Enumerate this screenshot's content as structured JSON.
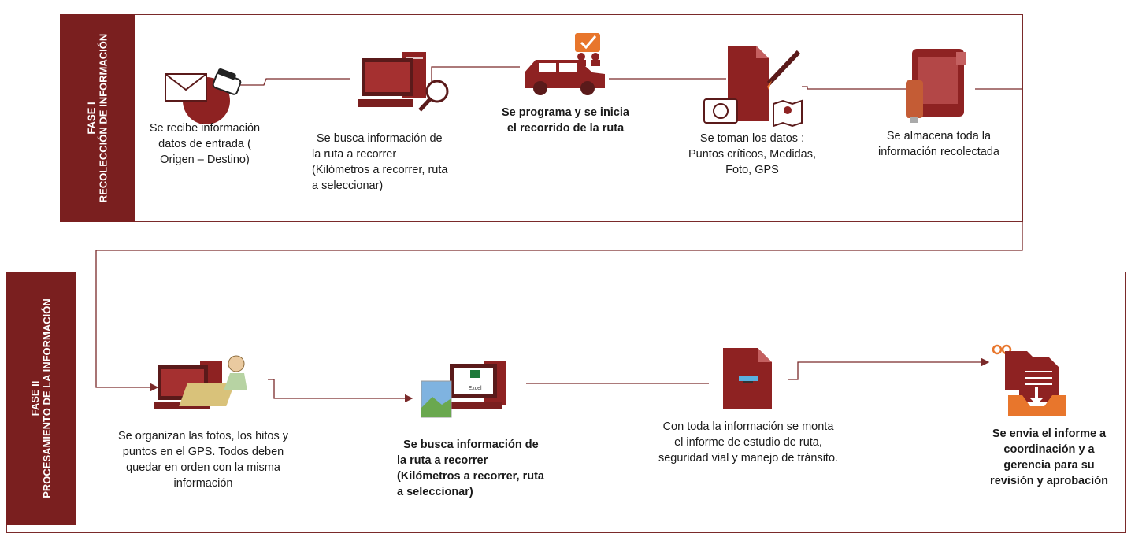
{
  "phase1": {
    "label_line1": "FASE I",
    "label_line2": "RECOLECCIÓN DE INFORMACIÓN",
    "steps": [
      {
        "lines": [
          "Se recibe información",
          "datos de entrada (",
          "Origen – Destino)"
        ]
      },
      {
        "lines": [
          "Se busca información de",
          "la ruta a recorrer",
          "(Kilómetros a recorrer, ruta",
          "a seleccionar)"
        ]
      },
      {
        "lines": [
          "Se programa y se inicia",
          "el recorrido de la ruta"
        ]
      },
      {
        "lines": [
          "Se toman los datos :",
          "Puntos críticos, Medidas,",
          "Foto, GPS"
        ]
      },
      {
        "lines": [
          "Se almacena toda la",
          "información recolectada"
        ]
      }
    ]
  },
  "phase2": {
    "label_line1": "FASE II",
    "label_line2": "PROCESAMIENTO DE LA INFORMACIÓN",
    "steps": [
      {
        "lines": [
          "Se organizan las fotos, los hitos y",
          "puntos en el GPS. Todos deben",
          "quedar en orden con la misma",
          "información"
        ]
      },
      {
        "lines": [
          "Se busca información de",
          "la ruta a recorrer",
          "(Kilómetros a recorrer, ruta",
          "a seleccionar)"
        ]
      },
      {
        "lines": [
          "Con toda la información se monta",
          "el informe de estudio de ruta,",
          "seguridad vial y manejo de tránsito."
        ]
      },
      {
        "lines": [
          "Se envia el informe a",
          "coordinación y a",
          "gerencia para su",
          "revisión y aprobación"
        ]
      }
    ]
  },
  "icons": {
    "excel_label": "Excel"
  },
  "colors": {
    "accent": "#7a1f1f",
    "accent_light": "#a53030",
    "orange": "#e8762c",
    "line": "#7a2a2a"
  }
}
